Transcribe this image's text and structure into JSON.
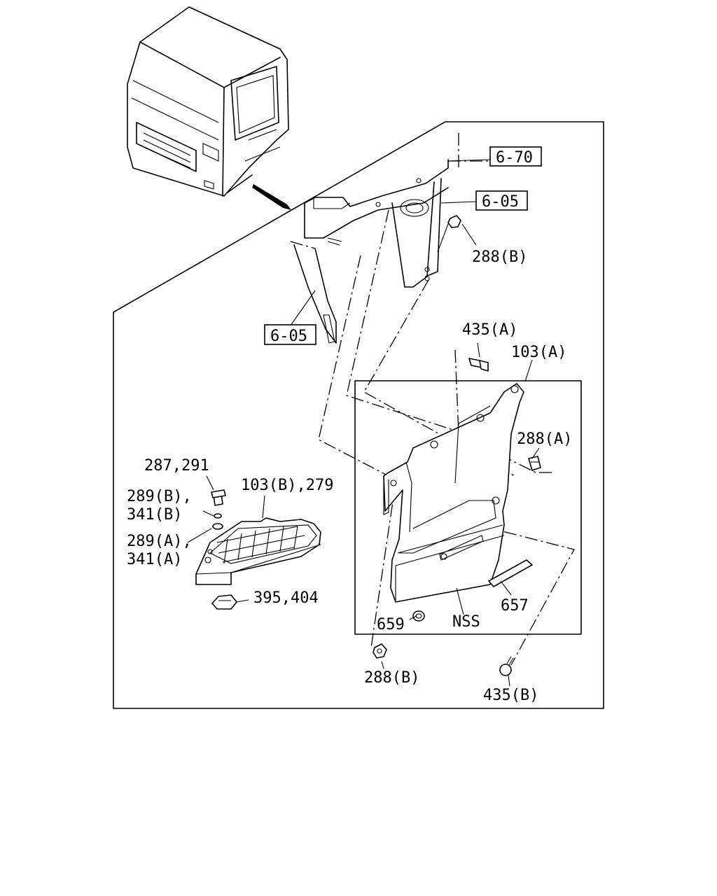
{
  "labels": {
    "ref_6_70": "6-70",
    "ref_6_05_top": "6-05",
    "ref_6_05_left": "6-05",
    "p288b_top": "288(B)",
    "p435a": "435(A)",
    "p103a": "103(A)",
    "p288a": "288(A)",
    "p287_291": "287,291",
    "p103b_279": "103(B),279",
    "p289b": "289(B),",
    "p341b": "341(B)",
    "p289a": "289(A),",
    "p341a": "341(A)",
    "p395_404": "395,404",
    "p657": "657",
    "p659": "659",
    "nss": "NSS",
    "p288b_bottom": "288(B)",
    "p435b": "435(B)"
  }
}
